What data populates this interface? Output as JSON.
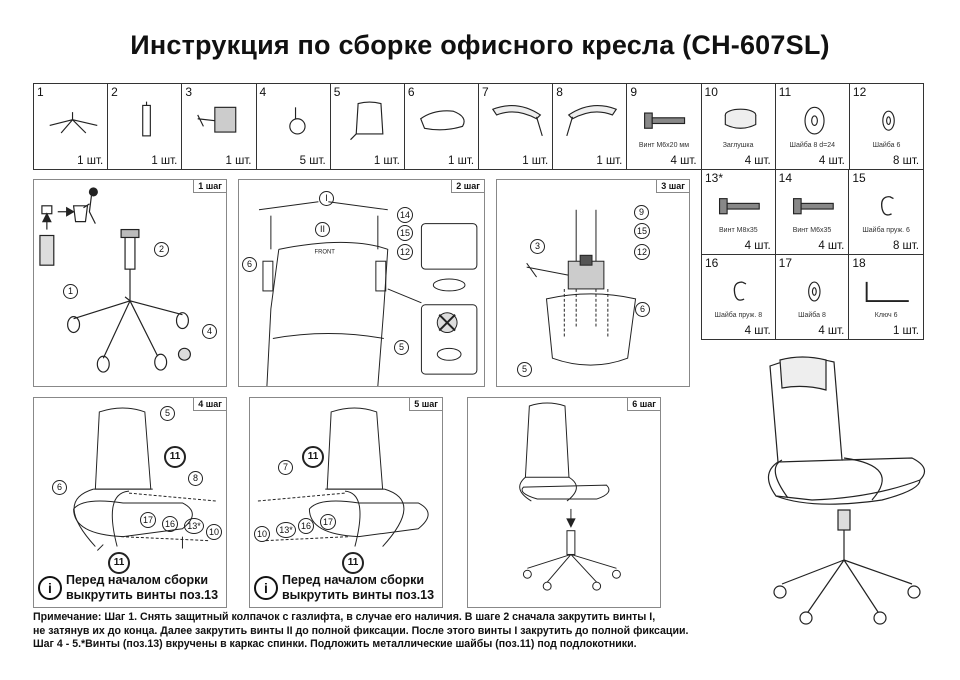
{
  "title": "Инструкция по сборке офисного кресла (CH-607SL)",
  "parts": [
    {
      "num": "1",
      "qty": "1 шт.",
      "caption": "",
      "icon": "base-icon"
    },
    {
      "num": "2",
      "qty": "1 шт.",
      "caption": "",
      "icon": "gaslift-icon"
    },
    {
      "num": "3",
      "qty": "1 шт.",
      "caption": "",
      "icon": "mechanism-icon"
    },
    {
      "num": "4",
      "qty": "5 шт.",
      "caption": "",
      "icon": "caster-icon"
    },
    {
      "num": "5",
      "qty": "1 шт.",
      "caption": "",
      "icon": "backrest-icon"
    },
    {
      "num": "6",
      "qty": "1 шт.",
      "caption": "",
      "icon": "seat-icon"
    },
    {
      "num": "7",
      "qty": "1 шт.",
      "caption": "",
      "icon": "armrest-left-icon"
    },
    {
      "num": "8",
      "qty": "1 шт.",
      "caption": "",
      "icon": "armrest-right-icon"
    },
    {
      "num": "9",
      "qty": "4 шт.",
      "caption": "Винт М6х20 мм",
      "icon": "screw-icon"
    },
    {
      "num": "10",
      "qty": "4 шт.",
      "caption": "Заглушка",
      "icon": "cap-icon"
    },
    {
      "num": "11",
      "qty": "4 шт.",
      "caption": "Шайба 8 d=24",
      "icon": "washer-icon"
    },
    {
      "num": "12",
      "qty": "8 шт.",
      "caption": "Шайба 6",
      "icon": "washer-small-icon"
    }
  ],
  "parts2": [
    {
      "num": "13*",
      "qty": "4 шт.",
      "caption": "Винт М8х35",
      "icon": "screw-icon"
    },
    {
      "num": "14",
      "qty": "4 шт.",
      "caption": "Винт М6х35",
      "icon": "screw-icon"
    },
    {
      "num": "15",
      "qty": "8 шт.",
      "caption": "Шайба пруж. 6",
      "icon": "spring-washer-icon"
    },
    {
      "num": "16",
      "qty": "4 шт.",
      "caption": "Шайба пруж. 8",
      "icon": "spring-washer-icon"
    },
    {
      "num": "17",
      "qty": "4 шт.",
      "caption": "Шайба 8",
      "icon": "washer-small-icon"
    },
    {
      "num": "18",
      "qty": "1 шт.",
      "caption": "Ключ 6",
      "icon": "hex-key-icon"
    }
  ],
  "steps": [
    {
      "tag": "1 шаг"
    },
    {
      "tag": "2 шаг"
    },
    {
      "tag": "3 шаг"
    },
    {
      "tag": "4 шаг",
      "warn1": "Перед началом сборки",
      "warn2": "выкрутить винты поз.13"
    },
    {
      "tag": "5 шаг",
      "warn1": "Перед началом сборки",
      "warn2": "выкрутить винты поз.13"
    },
    {
      "tag": "6 шаг"
    }
  ],
  "labels": {
    "s1": [
      "1",
      "2",
      "4"
    ],
    "s2": [
      "I",
      "II",
      "14",
      "15",
      "12",
      "6",
      "5"
    ],
    "s3": [
      "9",
      "15",
      "12",
      "3",
      "6",
      "5"
    ],
    "s4": [
      "5",
      "11",
      "8",
      "6",
      "17",
      "16",
      "13*",
      "10",
      "11"
    ],
    "s5": [
      "11",
      "7",
      "10",
      "13*",
      "16",
      "17",
      "11"
    ],
    "front": "FRONT"
  },
  "note": {
    "line1": "Примечание: Шаг 1. Снять защитный колпачок с газлифта, в случае его наличия. В шаге 2 сначала закрутить винты I,",
    "line2": "не затянув их до конца. Далее закрутить винты II до полной фиксации. После этого винты I закрутить до полной фиксации.",
    "line3": "Шаг 4 - 5.*Винты (поз.13) вкручены в каркас спинки. Подложить металлические шайбы (поз.11) под подлокотники."
  }
}
